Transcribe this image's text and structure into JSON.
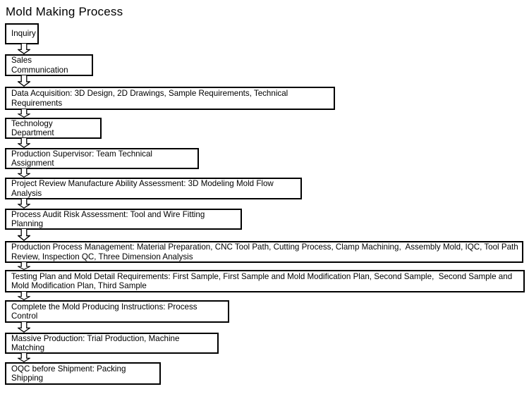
{
  "page": {
    "title": "Mold Making Process"
  },
  "flowchart": {
    "direction": "top-down",
    "connector": "hollow-down-arrow",
    "colors": {
      "background": "#ffffff",
      "box_fill": "#ffffff",
      "box_border": "#000000",
      "text": "#000000"
    },
    "steps": [
      {
        "label": "Inquiry"
      },
      {
        "label": "Sales Communication"
      },
      {
        "label": "Data Acquisition: 3D Design, 2D Drawings, Sample Requirements, Technical Requirements"
      },
      {
        "label": "Technology Department"
      },
      {
        "label": "Production Supervisor: Team Technical Assignment"
      },
      {
        "label": "Project Review Manufacture Ability Assessment: 3D Modeling Mold Flow Analysis"
      },
      {
        "label": "Process Audit Risk Assessment: Tool and Wire Fitting Planning"
      },
      {
        "label": "Production Process Management: Material Preparation, CNC Tool Path, Cutting Process, Clamp Machining,  Assembly Mold, IQC, Tool Path Review, Inspection QC, Three Dimension Analysis"
      },
      {
        "label": "Testing Plan and Mold Detail Requirements: First Sample, First Sample and Mold Modification Plan, Second Sample,  Second Sample and Mold Modification Plan, Third Sample"
      },
      {
        "label": "Complete the Mold Producing Instructions: Process Control"
      },
      {
        "label": "Massive Production: Trial Production, Machine Matching"
      },
      {
        "label": "OQC before Shipment: Packing Shipping"
      }
    ]
  }
}
